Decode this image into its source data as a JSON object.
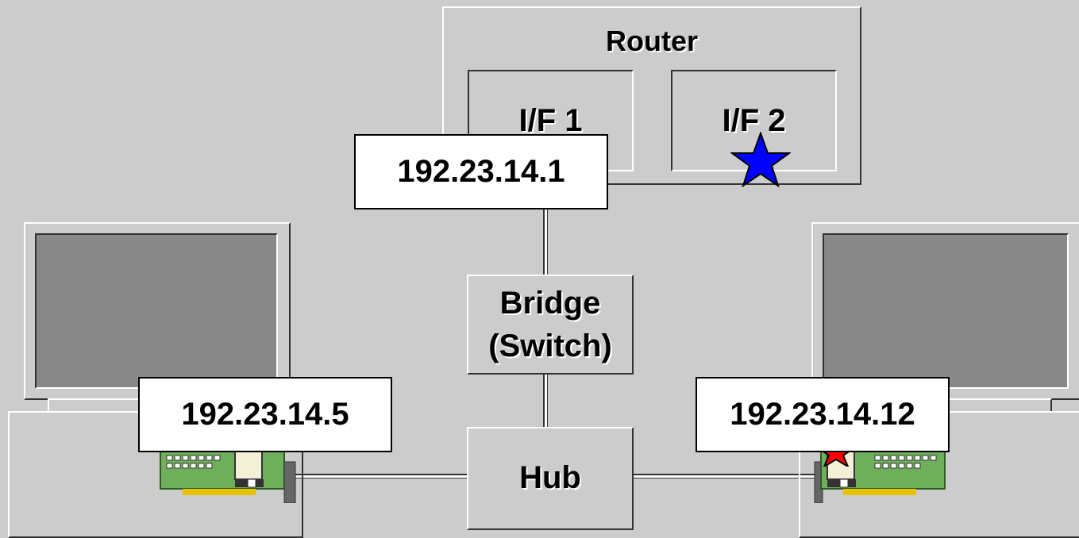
{
  "router": {
    "label": "Router"
  },
  "interfaces": [
    {
      "label": "I/F 1"
    },
    {
      "label": "I/F 2"
    }
  ],
  "bridge": {
    "label_line1": "Bridge",
    "label_line2": "(Switch)"
  },
  "hub": {
    "label": "Hub"
  },
  "ip_labels": {
    "router_if1": "192.23.14.1",
    "left_host": "192.23.14.5",
    "right_host": "192.23.14.12"
  },
  "icons": {
    "router_star": "blue-star-icon",
    "host_star": "red-star-icon",
    "nic": "network-card-icon",
    "monitor": "monitor-icon"
  },
  "colors": {
    "background": "#cccccc",
    "screen": "#888888",
    "blue_star": "#0000ff",
    "red_star": "#ff0000",
    "nic_board": "#6fae5a"
  }
}
